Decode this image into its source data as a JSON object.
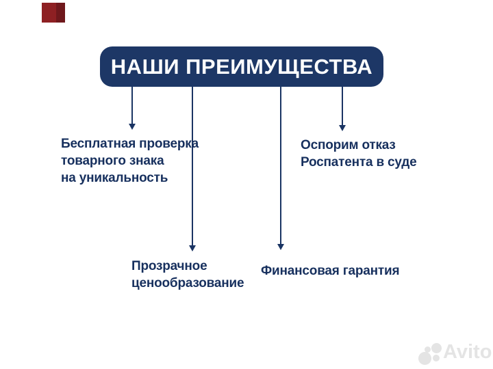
{
  "title": "НАШИ ПРЕИМУЩЕСТВА",
  "advantages": [
    {
      "lines": [
        "Бесплатная проверка",
        "товарного знака",
        "на уникальность"
      ]
    },
    {
      "lines": [
        "Прозрачное",
        "ценообразование"
      ]
    },
    {
      "lines": [
        "Финансовая гарантия"
      ]
    },
    {
      "lines": [
        "Оспорим отказ",
        "Роспатента в суде"
      ]
    }
  ],
  "watermark": {
    "brand": "Avito"
  },
  "colors": {
    "navy": "#1d3766",
    "text-navy": "#17305e",
    "arrow": "#1a3463",
    "red": "#8e2023",
    "wm": "#e4e4e4",
    "bg": "#ffffff"
  }
}
